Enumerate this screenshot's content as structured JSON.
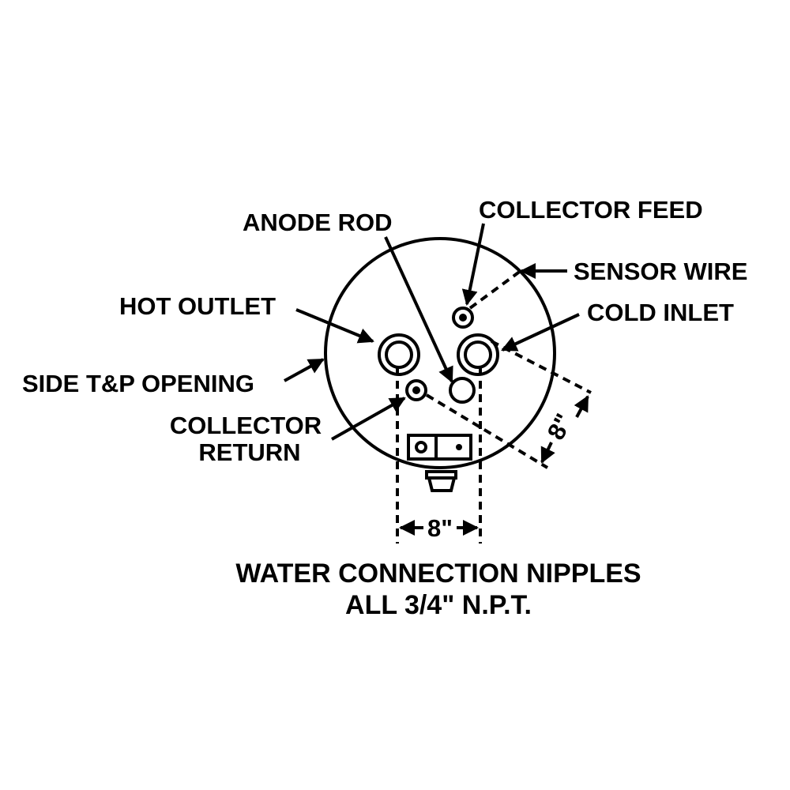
{
  "labels": {
    "anode_rod": "ANODE ROD",
    "collector_feed": "COLLECTOR FEED",
    "sensor_wire": "SENSOR WIRE",
    "hot_outlet": "HOT OUTLET",
    "cold_inlet": "COLD INLET",
    "side_tp_opening": "SIDE T&P OPENING",
    "collector_return_line1": "COLLECTOR",
    "collector_return_line2": "RETURN"
  },
  "dimensions": {
    "horizontal": "8\"",
    "diagonal": "8\""
  },
  "caption": {
    "line1": "WATER CONNECTION NIPPLES",
    "line2": "ALL 3/4\" N.P.T."
  },
  "colors": {
    "ink": "#000000",
    "background": "#ffffff"
  }
}
